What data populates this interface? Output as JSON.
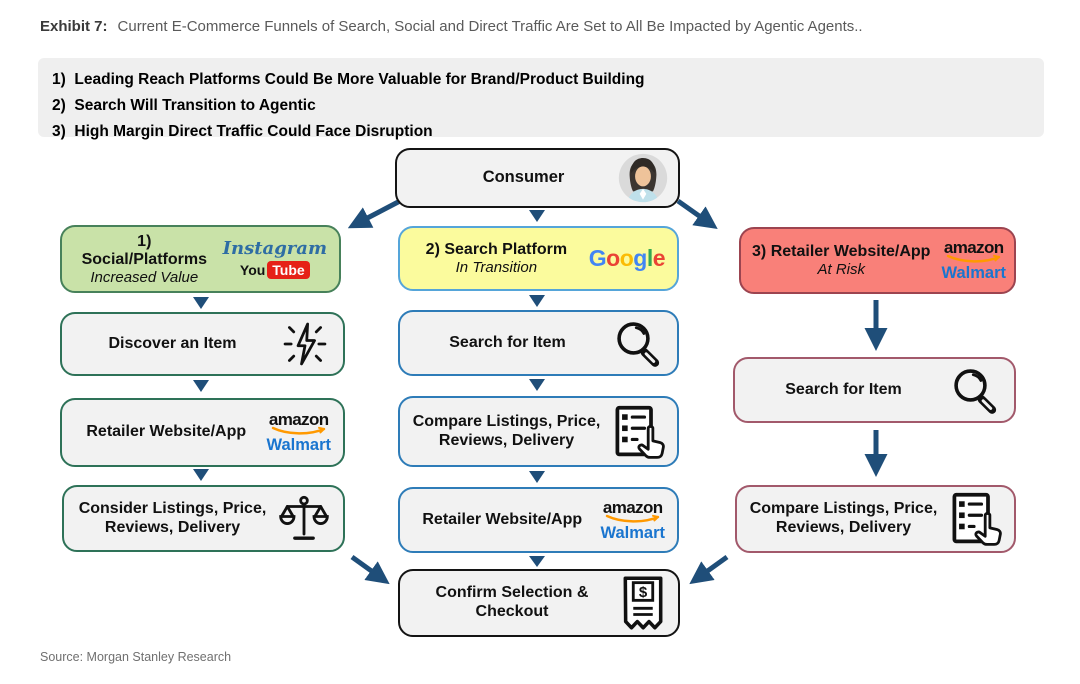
{
  "exhibit": {
    "label": "Exhibit 7:",
    "title": "Current E-Commerce Funnels of Search, Social and Direct Traffic Are Set to All Be Impacted by Agentic Agents.."
  },
  "key_points": {
    "line1": "1)  Leading Reach Platforms Could Be More Valuable for Brand/Product Building",
    "line2": "2)  Search Will Transition to Agentic",
    "line3": "3)  High Margin Direct Traffic Could Face Disruption"
  },
  "consumer": {
    "label": "Consumer",
    "icon": "consumer-avatar-icon"
  },
  "columns": [
    {
      "header": {
        "title": "1)  Social/Platforms",
        "subtitle": "Increased Value",
        "fill": "#c9e2a8",
        "border": "#47815a",
        "logos": [
          "Instagram",
          "YouTube"
        ]
      },
      "steps": [
        {
          "label": "Discover an Item",
          "icon": "spark-icon"
        },
        {
          "label": "Retailer Website/App",
          "logos": [
            "amazon",
            "Walmart"
          ]
        },
        {
          "label": "Consider Listings, Price, Reviews, Delivery",
          "icon": "scales-icon"
        }
      ]
    },
    {
      "header": {
        "title": "2) Search Platform",
        "subtitle": "In Transition",
        "fill": "#fbfb9d",
        "border": "#55a5d9",
        "logos": [
          "Google"
        ]
      },
      "steps": [
        {
          "label": "Search for Item",
          "icon": "magnifier-icon"
        },
        {
          "label": "Compare Listings, Price, Reviews, Delivery",
          "icon": "checklist-hand-icon"
        },
        {
          "label": "Retailer Website/App",
          "logos": [
            "amazon",
            "Walmart"
          ]
        }
      ]
    },
    {
      "header": {
        "title": "3) Retailer Website/App",
        "subtitle": "At Risk",
        "fill": "#f98079",
        "border": "#9c4450",
        "logos": [
          "amazon",
          "Walmart"
        ]
      },
      "steps": [
        {
          "label": "Search for Item",
          "icon": "magnifier-icon"
        },
        {
          "label": "Compare Listings, Price, Reviews, Delivery",
          "icon": "checklist-hand-icon"
        }
      ]
    }
  ],
  "checkout": {
    "label": "Confirm Selection & Checkout",
    "icon": "receipt-icon"
  },
  "source": "Source: Morgan Stanley Research",
  "logos": {
    "instagram": "Instagram",
    "youtube": {
      "you": "You",
      "tube": "Tube"
    },
    "amazon": "amazon",
    "walmart": "Walmart",
    "google": [
      {
        "ch": "G",
        "style": "color:#4285F4"
      },
      {
        "ch": "o",
        "style": "color:#EA4335"
      },
      {
        "ch": "o",
        "style": "color:#FBBC05"
      },
      {
        "ch": "g",
        "style": "color:#4285F4"
      },
      {
        "ch": "l",
        "style": "color:#34A853"
      },
      {
        "ch": "e",
        "style": "color:#EA4335"
      }
    ]
  },
  "colors": {
    "arrow": "#1f4e79",
    "box_fill": "#f2f2f2",
    "panel_fill": "#efefef",
    "green_fill": "#c9e2a8",
    "green_border": "#2e7258",
    "yellow_fill": "#fbfb9d",
    "yellow_border": "#55a5d9",
    "red_fill": "#f98079",
    "red_border": "#9c4450",
    "maroon_border": "#a2596b",
    "blue_border": "#2e7cb8",
    "black_border": "#141414",
    "instagram_blue": "#2e6da4",
    "youtube_red": "#e62117",
    "walmart_blue": "#1a75cf",
    "amazon_orange": "#ff9900"
  }
}
